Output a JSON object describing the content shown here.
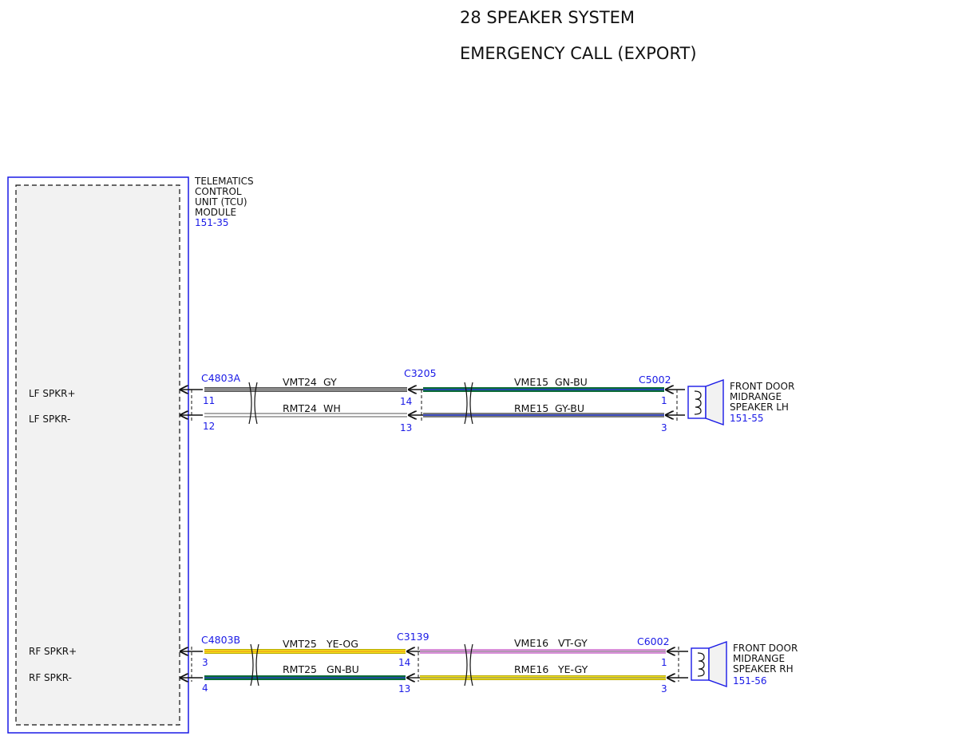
{
  "titles": {
    "line1": "28 SPEAKER SYSTEM",
    "line2": "EMERGENCY CALL (EXPORT)"
  },
  "module": {
    "name_lines": [
      "TELEMATICS",
      "CONTROL",
      "UNIT (TCU)",
      "MODULE"
    ],
    "ref": "151-35",
    "pins": {
      "lf_pos": "LF SPKR+",
      "lf_neg": "LF SPKR-",
      "rf_pos": "RF SPKR+",
      "rf_neg": "RF SPKR-"
    }
  },
  "left_circuit": {
    "module_connector": "C4803A",
    "inline_connector": "C3205",
    "speaker_connector": "C5002",
    "pins": {
      "module_pos": "11",
      "module_neg": "12",
      "inline_pos": "14",
      "inline_neg": "13",
      "speaker_pos": "1",
      "speaker_neg": "3"
    },
    "wires": {
      "seg1_pos": {
        "circuit": "VMT24",
        "color": "GY"
      },
      "seg1_neg": {
        "circuit": "RMT24",
        "color": "WH"
      },
      "seg2_pos": {
        "circuit": "VME15",
        "color": "GN-BU"
      },
      "seg2_neg": {
        "circuit": "RME15",
        "color": "GY-BU"
      }
    },
    "speaker": {
      "name_lines": [
        "FRONT DOOR",
        "MIDRANGE",
        "SPEAKER LH"
      ],
      "ref": "151-55"
    }
  },
  "right_circuit": {
    "module_connector": "C4803B",
    "inline_connector": "C3139",
    "speaker_connector": "C6002",
    "pins": {
      "module_pos": "3",
      "module_neg": "4",
      "inline_pos": "14",
      "inline_neg": "13",
      "speaker_pos": "1",
      "speaker_neg": "3"
    },
    "wires": {
      "seg1_pos": {
        "circuit": "VMT25",
        "color": "YE-OG"
      },
      "seg1_neg": {
        "circuit": "RMT25",
        "color": "GN-BU"
      },
      "seg2_pos": {
        "circuit": "VME16",
        "color": "VT-GY"
      },
      "seg2_neg": {
        "circuit": "RME16",
        "color": "YE-GY"
      }
    },
    "speaker": {
      "name_lines": [
        "FRONT DOOR",
        "MIDRANGE",
        "SPEAKER RH"
      ],
      "ref": "151-56"
    }
  },
  "colors": {
    "component_outline": "#1a1ae6",
    "module_fill": "#f2f2f2",
    "GY": "#7a7a7a",
    "WH": "#ffffff",
    "GN": "#0b6b35",
    "BU": "#2a3cd6",
    "YE": "#f2e21a",
    "OG": "#f08a1c",
    "VT": "#d98fd9"
  }
}
